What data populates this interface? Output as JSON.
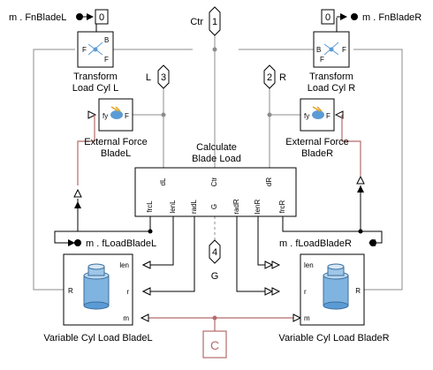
{
  "signals": {
    "fn_blade_l": "m . FnBladeL",
    "fn_blade_r": "m . FnBladeR",
    "f_load_blade_l": "m . fLoadBladeL",
    "f_load_blade_r": "m . fLoadBladeR"
  },
  "constants": {
    "left_value": "0",
    "right_value": "0"
  },
  "ports": {
    "ctr": {
      "number": "1",
      "label": "Ctr"
    },
    "l": {
      "number": "3",
      "label": "L"
    },
    "r": {
      "number": "2",
      "label": "R"
    },
    "g": {
      "number": "4",
      "label": "G"
    }
  },
  "blocks": {
    "transform_l": {
      "title_line1": "Transform",
      "title_line2": "Load Cyl L",
      "in_label": "F",
      "out_b": "B",
      "out_f": "F"
    },
    "transform_r": {
      "title_line1": "Transform",
      "title_line2": "Load Cyl R",
      "in_label": "F",
      "out_b": "B",
      "out_f": "F"
    },
    "ext_force_l": {
      "title_line1": "External Force",
      "title_line2": "BladeL",
      "port_fy": "fy",
      "port_f": "F"
    },
    "ext_force_r": {
      "title_line1": "External Force",
      "title_line2": "BladeR",
      "port_fy": "fy",
      "port_f": "F"
    },
    "calc": {
      "title_line1": "Calculate",
      "title_line2": "Blade Load",
      "top_ports": [
        "dL",
        "Ctr",
        "dR"
      ],
      "bottom_ports": [
        "frcL",
        "lenL",
        "radL",
        "G",
        "radR",
        "lenR",
        "frcR"
      ]
    },
    "cyl_l": {
      "title": "Variable Cyl Load BladeL",
      "ports_right": [
        "len",
        "r",
        "m"
      ],
      "port_left": "R"
    },
    "cyl_r": {
      "title": "Variable Cyl Load BladeR",
      "ports_left": [
        "len",
        "r",
        "m"
      ],
      "port_right": "R"
    },
    "connection": {
      "label": "C"
    }
  },
  "colors": {
    "line": "#8c8c8c",
    "physical": "#b56b6b",
    "block_border": "#000000",
    "block_fill": "#ffffff",
    "accent": "#5b9bd5"
  }
}
